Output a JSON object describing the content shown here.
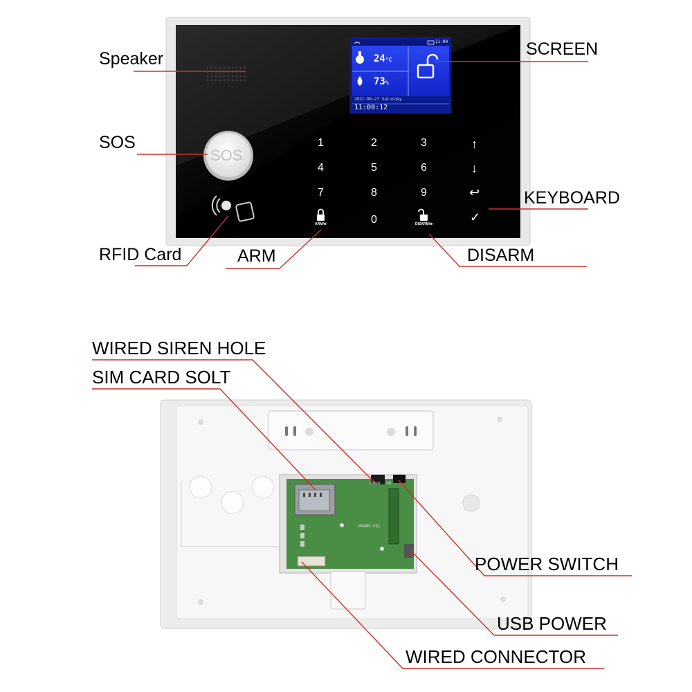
{
  "callouts_front": {
    "speaker": "Speaker",
    "sos": "SOS",
    "rfid": "RFID Card",
    "arm": "ARM",
    "screen": "SCREEN",
    "keyboard": "KEYBOARD",
    "disarm": "DISARM"
  },
  "callouts_back": {
    "wired_siren_hole": "WIRED SIREN HOLE",
    "sim_card_slot": "SIM CARD SOLT",
    "power_switch": "POWER SWITCH",
    "usb_power": "USB POWER",
    "wired_connector": "WIRED CONNECTOR"
  },
  "lcd": {
    "temperature": "24",
    "temperature_unit": "°C",
    "humidity": "73",
    "humidity_unit": "%",
    "date": "2021-08-27 Saturday",
    "time": "11:00:12",
    "status_time": "11:00"
  },
  "keypad": {
    "keys": [
      "1",
      "2",
      "3",
      "↑",
      "4",
      "5",
      "6",
      "↓",
      "7",
      "8",
      "9",
      "↩",
      "ARM",
      "0",
      "DISARM",
      "✓"
    ],
    "sos_button": "SOS",
    "arm_label": "ARM/⊕",
    "disarm_label": "DISARM/⊕"
  },
  "pcb": {
    "board_label": "PANEL V11",
    "siren_label": "SIREN",
    "on_label": "ON"
  },
  "colors": {
    "callout_line": "#c8322a",
    "panel_black": "#050505",
    "lcd_blue": "#1a2fd6",
    "back_housing": "#f2f2f2",
    "pcb_green": "#3f8a3c"
  }
}
